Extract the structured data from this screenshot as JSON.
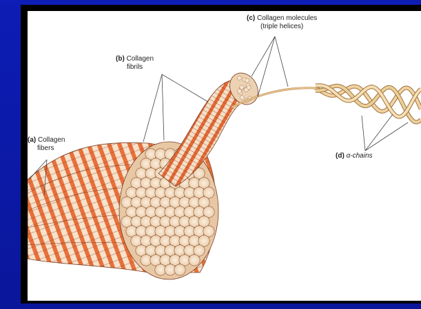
{
  "colors": {
    "background": "#0b1aa8",
    "frame": "#000000",
    "fiber_orange": "#e8703a",
    "fiber_cream": "#f4d3b4",
    "helix": "#e9c48f"
  },
  "labels": {
    "a": {
      "letter": "(a)",
      "line1": "Collagen",
      "line2": "fibers"
    },
    "b": {
      "letter": "(b)",
      "line1": "Collagen",
      "line2": "fibrils"
    },
    "c": {
      "letter": "(c)",
      "line1": "Collagen molecules",
      "line2": "(triple helices)"
    },
    "d": {
      "letter": "(d)",
      "text": "α-chains"
    }
  }
}
